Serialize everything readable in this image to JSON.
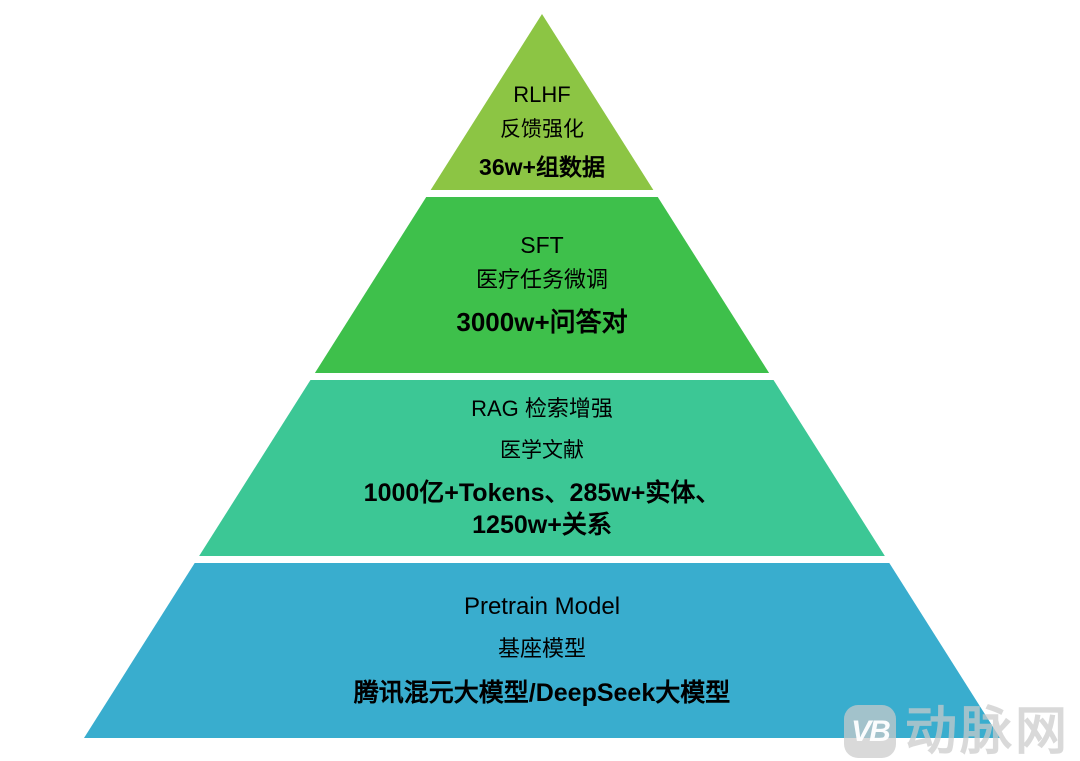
{
  "diagram": {
    "type": "pyramid",
    "tiers": [
      {
        "name": "RLHF",
        "label_zh": "反馈强化",
        "stat": "36w+组数据",
        "color": "#8CC544"
      },
      {
        "name": "SFT",
        "label_zh": "医疗任务微调",
        "stat": "3000w+问答对",
        "color": "#3EC04B"
      },
      {
        "name": "RAG 检索增强",
        "label_zh": "医学文献",
        "stat_line1": "1000亿+Tokens、285w+实体、",
        "stat_line2": "1250w+关系",
        "color": "#3CC795"
      },
      {
        "name": "Pretrain Model",
        "label_zh": "基座模型",
        "stat": "腾讯混元大模型/DeepSeek大模型",
        "color": "#39ADCE"
      }
    ]
  },
  "watermark": {
    "logo_text": "VB",
    "brand_text": "动脉网"
  }
}
